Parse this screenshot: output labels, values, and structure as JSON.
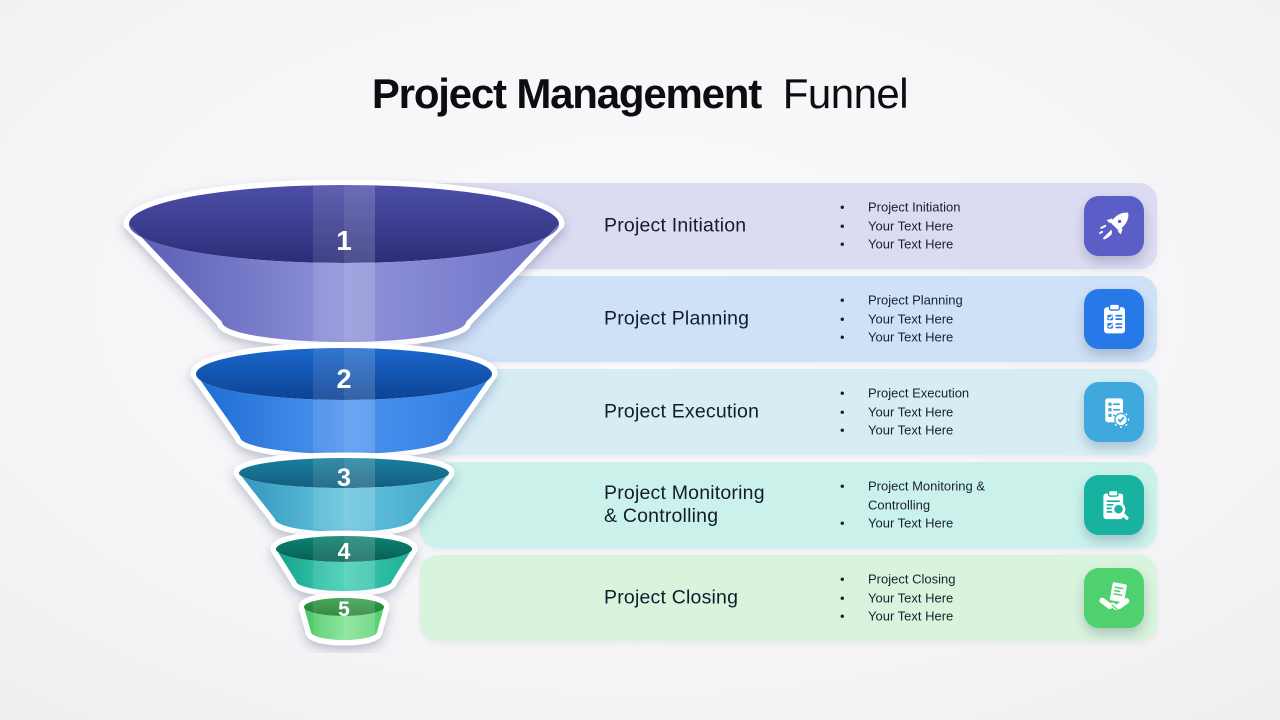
{
  "slide": {
    "title_bold": "Project Management",
    "title_light": "Funnel"
  },
  "funnel": {
    "levels": [
      {
        "number": "1",
        "inside_top": "#4d4fa8",
        "inside_bottom": "#2c2d78",
        "wall_edge": "#585bb1",
        "wall_mid": "#9093da",
        "wall_end": "#6e71c6"
      },
      {
        "number": "2",
        "inside_top": "#1a67cc",
        "inside_bottom": "#0d4394",
        "wall_edge": "#1d6cd2",
        "wall_mid": "#4e94f0",
        "wall_end": "#2d7ce0"
      },
      {
        "number": "3",
        "inside_top": "#1b7fa0",
        "inside_bottom": "#125e7d",
        "wall_edge": "#3396bc",
        "wall_mid": "#64c4df",
        "wall_end": "#42a6c8"
      },
      {
        "number": "4",
        "inside_top": "#0d8372",
        "inside_bottom": "#085f54",
        "wall_edge": "#15a28c",
        "wall_mid": "#40ceb5",
        "wall_end": "#1fae96"
      },
      {
        "number": "5",
        "inside_top": "#2f9f44",
        "inside_bottom": "#237c33",
        "wall_edge": "#45c463",
        "wall_mid": "#7fe390",
        "wall_end": "#52cd6e"
      }
    ]
  },
  "rows": [
    {
      "label": "Project Initiation",
      "bullets": [
        "Project Initiation",
        "Your Text Here",
        "Your Text Here"
      ],
      "icon": "rocket-icon",
      "bg": "#dbdbf1",
      "icon_bg": "#5a5ec6"
    },
    {
      "label": "Project Planning",
      "bullets": [
        "Project Planning",
        "Your Text Here",
        "Your Text Here"
      ],
      "icon": "clipboard-check-icon",
      "bg": "#cfe1f7",
      "icon_bg": "#2679e6"
    },
    {
      "label": "Project Execution",
      "bullets": [
        "Project Execution",
        "Your Text Here",
        "Your Text Here"
      ],
      "icon": "document-gear-icon",
      "bg": "#d6edf4",
      "icon_bg": "#3fa9de"
    },
    {
      "label": "Project Monitoring\n& Controlling",
      "bullets": [
        "Project Monitoring  & Controlling",
        "Your Text Here"
      ],
      "icon": "clipboard-search-icon",
      "bg": "#cbf2ea",
      "icon_bg": "#17b3a0"
    },
    {
      "label": "Project Closing",
      "bullets": [
        "Project Closing",
        "Your Text Here",
        "Your Text Here"
      ],
      "icon": "handshake-icon",
      "bg": "#d8f4dc",
      "icon_bg": "#50d170"
    }
  ]
}
